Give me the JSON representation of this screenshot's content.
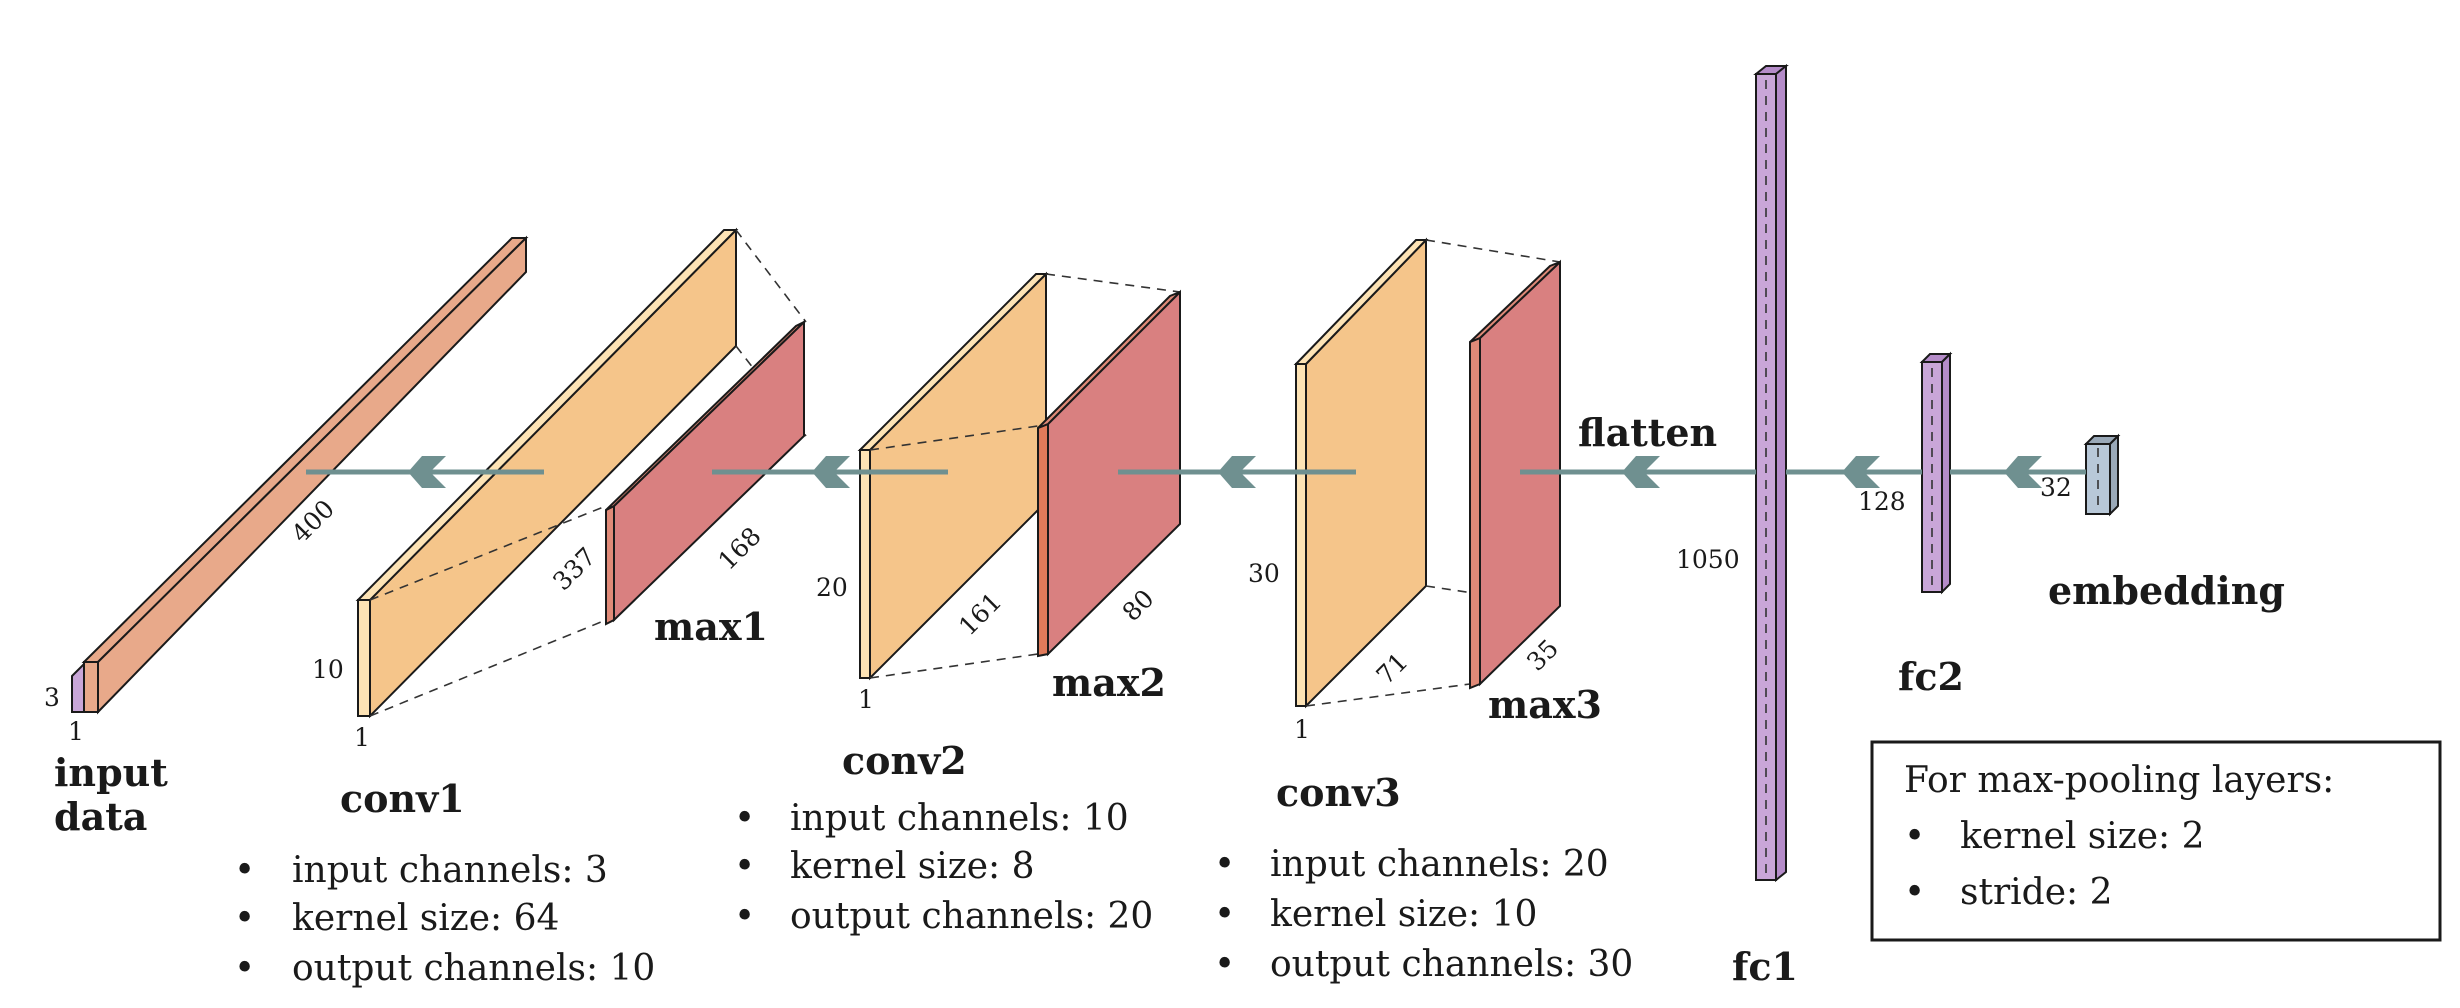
{
  "colors": {
    "conv": "#f5c58a",
    "conv_side": "#fde3b5",
    "pool": "#d98080",
    "pool_side": "#e08a78",
    "input": "#e8a98a",
    "input_side": "#c9a6d8",
    "fc": "#c9a6d8",
    "fc_side": "#b58cc9",
    "embedding": "#b8c8d8",
    "arrow": "#6f9090"
  },
  "layers": {
    "input": {
      "title_line1": "input",
      "title_line2": "data",
      "depth": "3",
      "width": "1",
      "length": "400"
    },
    "conv1": {
      "title": "conv1",
      "height": "10",
      "width": "1",
      "length": "337",
      "bullets": [
        "input channels: 3",
        "kernel size: 64",
        "output channels: 10"
      ]
    },
    "max1": {
      "title": "max1",
      "length": "168"
    },
    "conv2": {
      "title": "conv2",
      "height": "20",
      "width": "1",
      "length": "161",
      "bullets": [
        "input channels: 10",
        "kernel size: 8",
        "output channels: 20"
      ]
    },
    "max2": {
      "title": "max2",
      "length": "80"
    },
    "conv3": {
      "title": "conv3",
      "height": "30",
      "width": "1",
      "length": "71",
      "bullets": [
        "input channels: 20",
        "kernel size: 10",
        "output channels: 30"
      ]
    },
    "max3": {
      "title": "max3",
      "length": "35"
    },
    "flatten": {
      "label": "flatten"
    },
    "fc1": {
      "title": "fc1",
      "size": "1050"
    },
    "fc2": {
      "title": "fc2",
      "size": "128"
    },
    "embedding": {
      "title": "embedding",
      "size": "32"
    }
  },
  "legend_box": {
    "heading": "For max-pooling layers:",
    "items": [
      "kernel size:  2",
      "stride: 2"
    ]
  },
  "bullet_glyph": "•"
}
